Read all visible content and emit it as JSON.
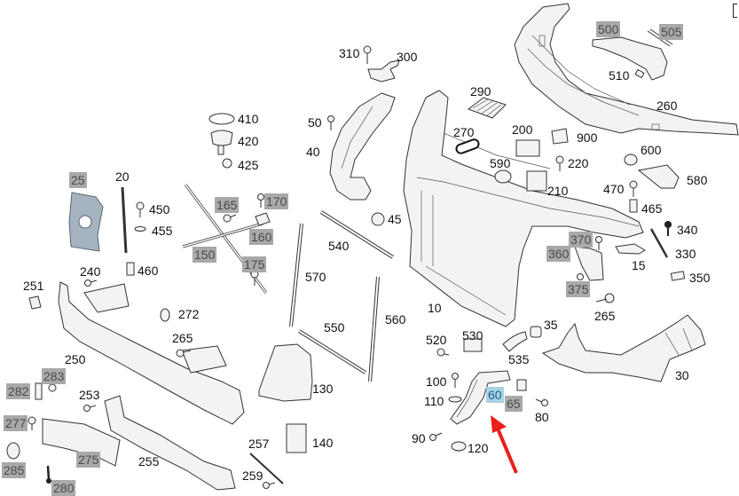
{
  "diagram": {
    "title": "Front end structure / radiator support exploded parts diagram",
    "highlight_color": "#a7d3e6",
    "optional_color": "#a9a9a9",
    "arrow_color": "#e8201a",
    "highlighted_part": "60",
    "labels": [
      {
        "id": "500",
        "style": "grey"
      },
      {
        "id": "505",
        "style": "grey"
      },
      {
        "id": "510",
        "style": "plain"
      },
      {
        "id": "260",
        "style": "plain"
      },
      {
        "id": "310",
        "style": "plain"
      },
      {
        "id": "300",
        "style": "plain"
      },
      {
        "id": "290",
        "style": "plain"
      },
      {
        "id": "410",
        "style": "plain"
      },
      {
        "id": "420",
        "style": "plain"
      },
      {
        "id": "425",
        "style": "plain"
      },
      {
        "id": "50",
        "style": "plain"
      },
      {
        "id": "40",
        "style": "plain"
      },
      {
        "id": "270",
        "style": "plain"
      },
      {
        "id": "200",
        "style": "plain"
      },
      {
        "id": "900",
        "style": "plain"
      },
      {
        "id": "600",
        "style": "plain"
      },
      {
        "id": "590",
        "style": "plain"
      },
      {
        "id": "220",
        "style": "plain"
      },
      {
        "id": "210",
        "style": "plain"
      },
      {
        "id": "580",
        "style": "plain"
      },
      {
        "id": "470",
        "style": "plain"
      },
      {
        "id": "465",
        "style": "plain"
      },
      {
        "id": "25",
        "style": "grey"
      },
      {
        "id": "20",
        "style": "plain"
      },
      {
        "id": "450",
        "style": "plain"
      },
      {
        "id": "455",
        "style": "plain"
      },
      {
        "id": "165",
        "style": "grey"
      },
      {
        "id": "170",
        "style": "grey"
      },
      {
        "id": "160",
        "style": "grey"
      },
      {
        "id": "150",
        "style": "grey"
      },
      {
        "id": "175",
        "style": "grey"
      },
      {
        "id": "45",
        "style": "plain"
      },
      {
        "id": "540",
        "style": "plain"
      },
      {
        "id": "340",
        "style": "plain"
      },
      {
        "id": "370",
        "style": "grey"
      },
      {
        "id": "360",
        "style": "grey"
      },
      {
        "id": "330",
        "style": "plain"
      },
      {
        "id": "15",
        "style": "plain"
      },
      {
        "id": "350",
        "style": "plain"
      },
      {
        "id": "375",
        "style": "grey"
      },
      {
        "id": "240",
        "style": "plain"
      },
      {
        "id": "460",
        "style": "plain"
      },
      {
        "id": "251",
        "style": "plain"
      },
      {
        "id": "570",
        "style": "plain"
      },
      {
        "id": "272",
        "style": "plain"
      },
      {
        "id": "10",
        "style": "plain"
      },
      {
        "id": "265",
        "style": "plain"
      },
      {
        "id": "560",
        "style": "plain"
      },
      {
        "id": "35",
        "style": "plain"
      },
      {
        "id": "265b",
        "text": "265",
        "style": "plain"
      },
      {
        "id": "550",
        "style": "plain"
      },
      {
        "id": "520",
        "style": "plain"
      },
      {
        "id": "530",
        "style": "plain"
      },
      {
        "id": "250",
        "style": "plain"
      },
      {
        "id": "535",
        "style": "plain"
      },
      {
        "id": "283",
        "style": "grey"
      },
      {
        "id": "30",
        "style": "plain"
      },
      {
        "id": "282",
        "style": "grey"
      },
      {
        "id": "130",
        "style": "plain"
      },
      {
        "id": "100",
        "style": "plain"
      },
      {
        "id": "253",
        "style": "plain"
      },
      {
        "id": "60",
        "style": "blue"
      },
      {
        "id": "110",
        "style": "plain"
      },
      {
        "id": "65",
        "style": "grey"
      },
      {
        "id": "80",
        "style": "plain"
      },
      {
        "id": "277",
        "style": "grey"
      },
      {
        "id": "257",
        "style": "plain"
      },
      {
        "id": "140",
        "style": "plain"
      },
      {
        "id": "90",
        "style": "plain"
      },
      {
        "id": "120",
        "style": "plain"
      },
      {
        "id": "285",
        "style": "grey"
      },
      {
        "id": "275",
        "style": "grey"
      },
      {
        "id": "255",
        "style": "plain"
      },
      {
        "id": "259",
        "style": "plain"
      },
      {
        "id": "280",
        "style": "grey"
      }
    ]
  },
  "text": {
    "l500": "500",
    "l505": "505",
    "l510": "510",
    "l260": "260",
    "l310": "310",
    "l300": "300",
    "l290": "290",
    "l410": "410",
    "l420": "420",
    "l425": "425",
    "l50": "50",
    "l40": "40",
    "l270": "270",
    "l200": "200",
    "l900": "900",
    "l600": "600",
    "l590": "590",
    "l220": "220",
    "l210": "210",
    "l580": "580",
    "l470": "470",
    "l465": "465",
    "l25": "25",
    "l20": "20",
    "l450": "450",
    "l455": "455",
    "l165": "165",
    "l170": "170",
    "l160": "160",
    "l150": "150",
    "l175": "175",
    "l45": "45",
    "l540": "540",
    "l340": "340",
    "l370": "370",
    "l360": "360",
    "l330": "330",
    "l15": "15",
    "l350": "350",
    "l375": "375",
    "l240": "240",
    "l460": "460",
    "l251": "251",
    "l570": "570",
    "l272": "272",
    "l10": "10",
    "l265a": "265",
    "l560": "560",
    "l35": "35",
    "l265b": "265",
    "l550": "550",
    "l520": "520",
    "l530": "530",
    "l250": "250",
    "l535": "535",
    "l283": "283",
    "l30": "30",
    "l282": "282",
    "l130": "130",
    "l100": "100",
    "l253": "253",
    "l60": "60",
    "l110": "110",
    "l65": "65",
    "l80": "80",
    "l277": "277",
    "l257": "257",
    "l140": "140",
    "l90": "90",
    "l120": "120",
    "l285": "285",
    "l275": "275",
    "l255": "255",
    "l259": "259",
    "l280": "280"
  }
}
